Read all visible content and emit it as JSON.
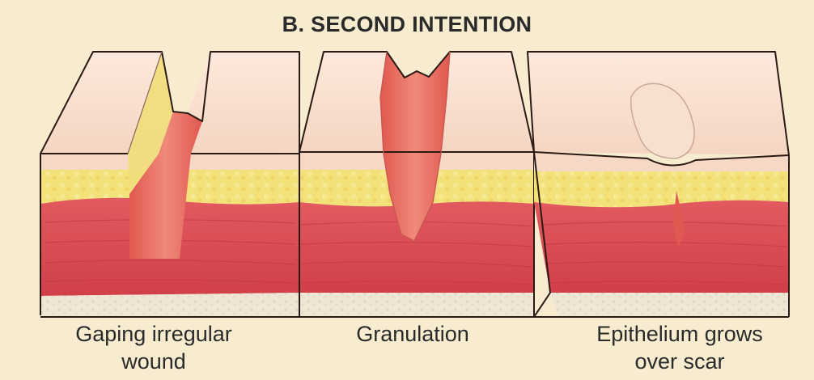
{
  "title": "B. SECOND INTENTION",
  "panels": [
    {
      "caption_lines": [
        "Gaping irregular",
        "wound"
      ]
    },
    {
      "caption_lines": [
        "Granulation"
      ]
    },
    {
      "caption_lines": [
        "Epithelium grows",
        "over scar"
      ]
    }
  ],
  "colors": {
    "background": "#f7ecd0",
    "skin_surface": "#f6dccb",
    "epidermis_side": "#f2d6c4",
    "fat_layer": "#f3e27a",
    "muscle_layer": "#d84a52",
    "bone_layer": "#efe6d6",
    "wound_tissue": "#e66a62",
    "outline": "#2b1a14"
  }
}
